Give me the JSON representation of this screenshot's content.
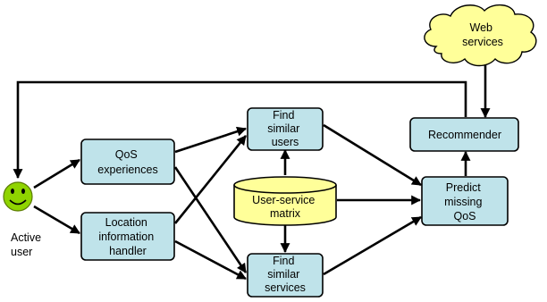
{
  "diagram": {
    "nodes": {
      "web_services": [
        "Web",
        "services"
      ],
      "recommender": [
        "Recommender"
      ],
      "find_similar_users": [
        "Find",
        "similar",
        "users"
      ],
      "qos_experiences": [
        "QoS",
        "experiences"
      ],
      "matrix": [
        "User-service",
        "matrix"
      ],
      "location_handler": [
        "Location",
        "information",
        "handler"
      ],
      "predict_qos": [
        "Predict",
        "missing",
        "QoS"
      ],
      "find_similar_services": [
        "Find",
        "similar",
        "services"
      ],
      "active_user": [
        "Active",
        "user"
      ]
    },
    "edges": [
      [
        "web_services",
        "recommender"
      ],
      [
        "recommender",
        "active_user"
      ],
      [
        "predict_qos",
        "recommender"
      ],
      [
        "active_user",
        "qos_experiences"
      ],
      [
        "active_user",
        "location_handler"
      ],
      [
        "qos_experiences",
        "find_similar_users"
      ],
      [
        "qos_experiences",
        "find_similar_services"
      ],
      [
        "location_handler",
        "find_similar_users"
      ],
      [
        "location_handler",
        "find_similar_services"
      ],
      [
        "matrix",
        "find_similar_users"
      ],
      [
        "matrix",
        "find_similar_services"
      ],
      [
        "matrix",
        "predict_qos"
      ],
      [
        "find_similar_users",
        "predict_qos"
      ],
      [
        "find_similar_services",
        "predict_qos"
      ]
    ],
    "colors": {
      "box_fill": "#bfe3ea",
      "matrix_fill": "#ffff99",
      "cloud_fill": "#ffff99",
      "smiley_fill": "#8fd400",
      "line": "#000000"
    }
  }
}
